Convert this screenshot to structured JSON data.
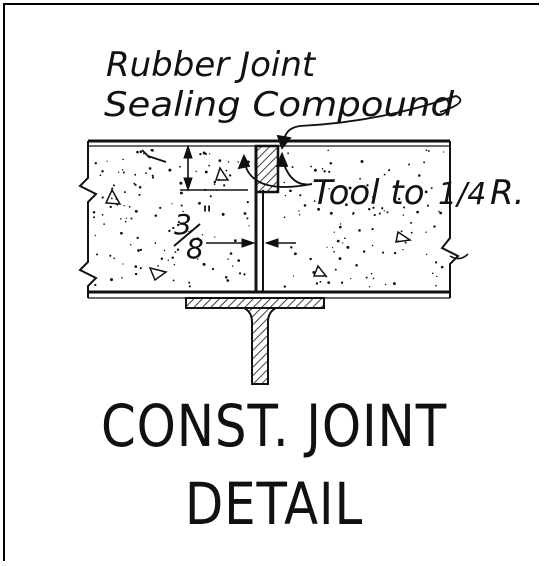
{
  "labels": {
    "sealant_line1": "Rubber Joint",
    "sealant_line2": "Sealing Compound",
    "tooling": "Tool to",
    "tooling_fraction": "1/4",
    "tooling_unit": "R.",
    "gap_width_num": "3",
    "gap_width_den": "8"
  },
  "caption": {
    "line1": "CONST. JOINT",
    "line2": "DETAIL"
  },
  "colors": {
    "ink": "#111111",
    "paper": "#ffffff"
  }
}
